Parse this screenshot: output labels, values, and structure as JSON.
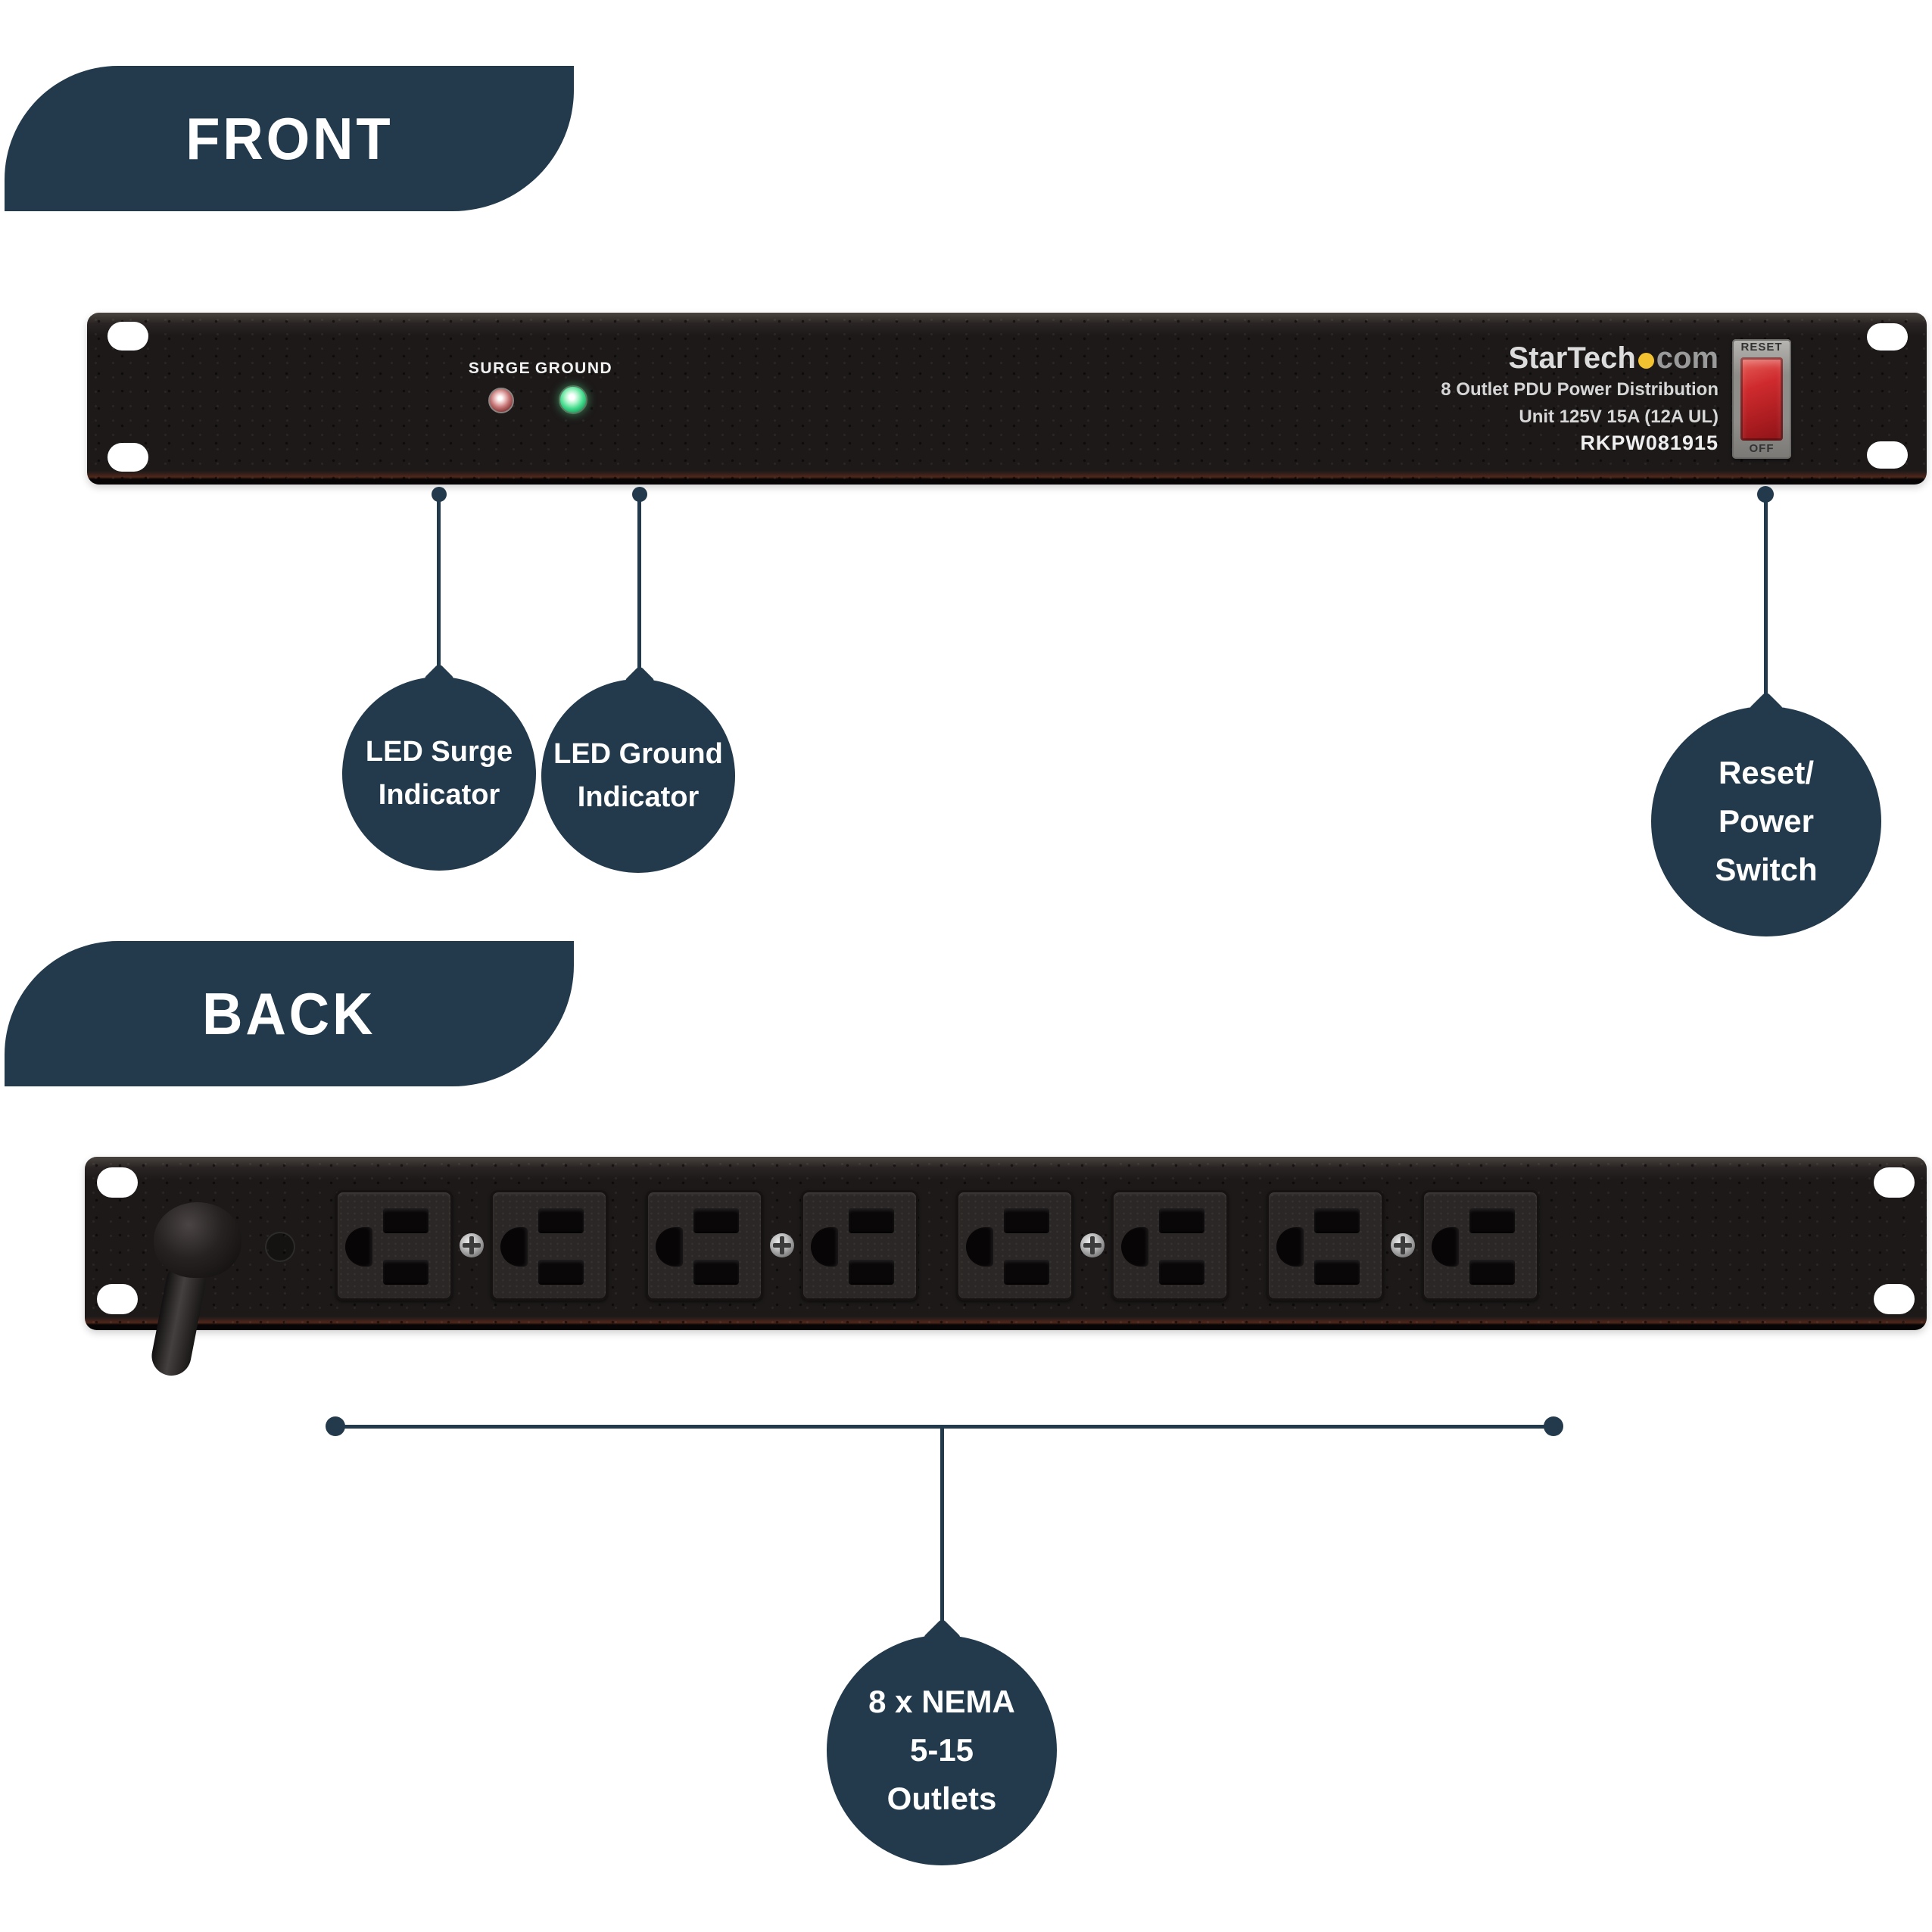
{
  "front": {
    "banner_label": "FRONT",
    "panel": {
      "surge_label": "SURGE",
      "ground_label": "GROUND",
      "logo_startech": "StarTech",
      "logo_com": "com",
      "print_line1": "8 Outlet PDU Power Distribution",
      "print_line2": "Unit 125V 15A (12A UL)",
      "model": "RKPW081915",
      "switch_reset": "RESET",
      "switch_off": "OFF"
    },
    "callouts": {
      "surge": {
        "line1": "LED Surge",
        "line2": "Indicator"
      },
      "ground": {
        "line1": "LED Ground",
        "line2": "Indicator"
      },
      "reset": {
        "line1": "Reset/",
        "line2": "Power",
        "line3": "Switch"
      }
    }
  },
  "back": {
    "banner_label": "BACK",
    "outlet_count": 8,
    "screw_count": 4,
    "callout": {
      "line1": "8 x NEMA",
      "line2": "5-15",
      "line3": "Outlets"
    }
  },
  "colors": {
    "background": "#FFFFFF",
    "accent_navy": "#223A4C",
    "panel_black": "#1D1919",
    "led_surge_red": "#C87A7A",
    "led_ground_green": "#3FD98A",
    "switch_red": "#C0232A",
    "startech_yellow": "#F2C230"
  }
}
